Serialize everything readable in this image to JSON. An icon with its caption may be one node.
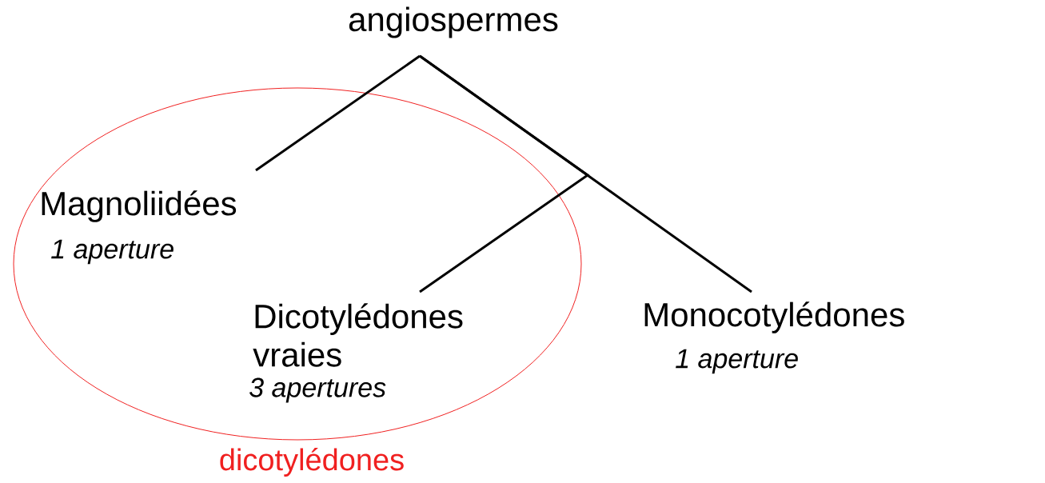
{
  "diagram": {
    "nodes": [
      {
        "text": [
          "angiospermes"
        ]
      },
      {
        "text": [
          "dicotylédones"
        ]
      },
      {
        "text": [
          "Magnoliidées"
        ],
        "beside": [
          "1 aperture"
        ],
        "in": 1
      },
      {
        "text": [
          "Dicotylédones vraies"
        ],
        "beside": [
          "3 apertures"
        ],
        "in": 1
      },
      {
        "text": [
          "Monocotylédones"
        ],
        "beside": [
          "1 aperture"
        ]
      }
    ],
    "edges": [
      {
        "from": 0,
        "to": 2,
        "arrow": "none"
      },
      {
        "from": 0,
        "to": 4,
        "arrow": "none"
      },
      {
        "from": 0,
        "to": 3,
        "arrow": "none"
      }
    ]
  }
}
